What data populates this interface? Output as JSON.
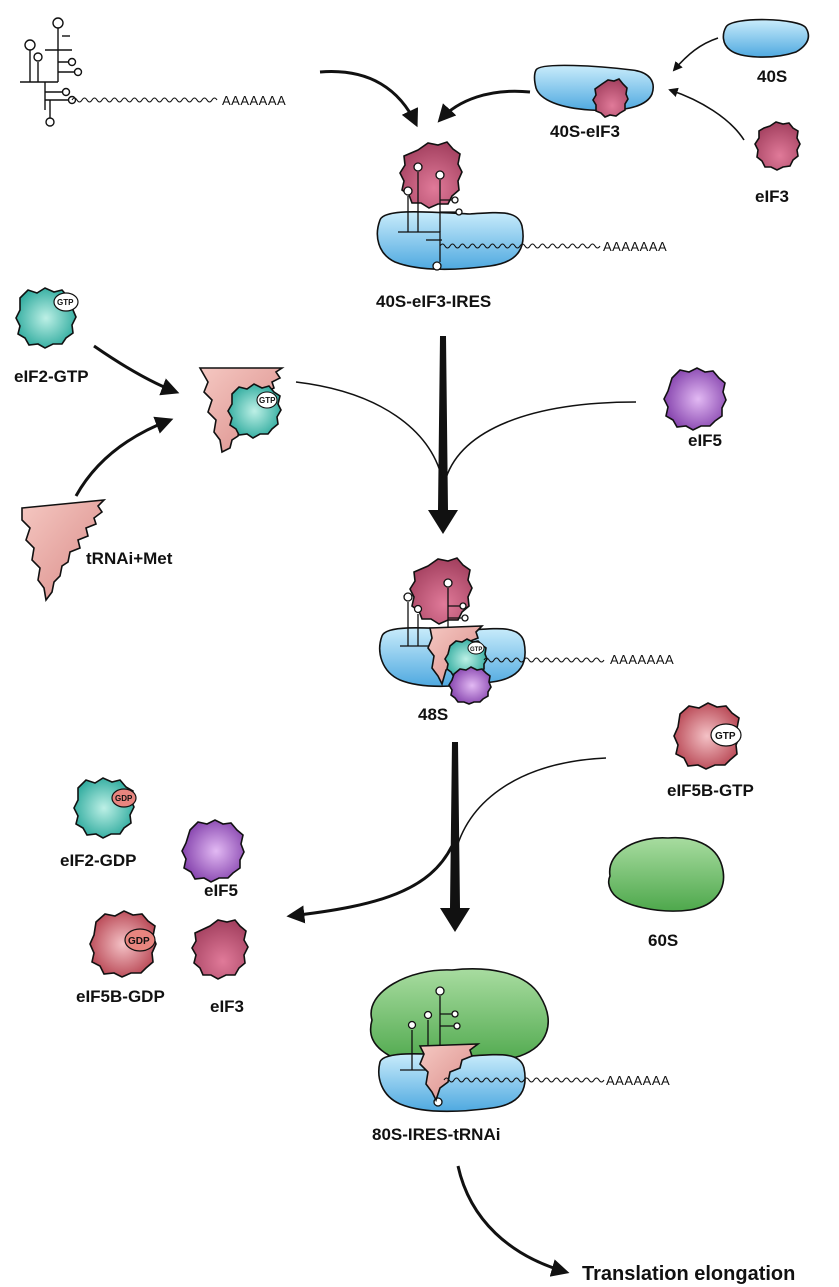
{
  "labels": {
    "s40": "40S",
    "s40_eif3": "40S-eIF3",
    "eif3_top": "eIF3",
    "complex_40s_eif3_ires": "40S-eIF3-IRES",
    "eif2_gtp": "eIF2-GTP",
    "trnai_met": "tRNAi+Met",
    "eif5_top": "eIF5",
    "s48": "48S",
    "eif5b_gtp": "eIF5B-GTP",
    "eif2_gdp": "eIF2-GDP",
    "eif5_bottom": "eIF5",
    "eif5b_gdp": "eIF5B-GDP",
    "eif3_bottom": "eIF3",
    "s60": "60S",
    "complex_80s": "80S-IRES-tRNAi",
    "translation_elongation": "Translation elongation"
  },
  "badges": {
    "gtp_eif2": "GTP",
    "gtp_ternary": "GTP",
    "gtp_48s": "GTP",
    "gtp_eif5b": "GTP",
    "gdp_eif2": "GDP",
    "gdp_eif5b": "GDP"
  },
  "poly_a": {
    "ires_free": "AAAAAAA",
    "ires_40s": "AAAAAAA",
    "ires_48s": "AAAAAAA",
    "ires_80s": "AAAAAAA"
  },
  "colors": {
    "ribosome_40s": "#7ec8ee",
    "ribosome_60s": "#7cc57a",
    "eif3": "#b0506e",
    "eif2": "#3bb3a8",
    "eif5": "#9b55c0",
    "eif5b": "#c8505a",
    "trna": "#e8a5a0"
  }
}
